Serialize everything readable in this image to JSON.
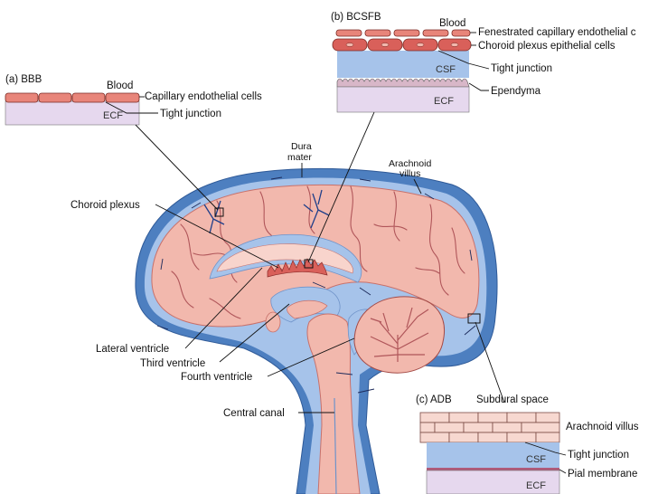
{
  "colors": {
    "skull_blue": "#4d7fc0",
    "csf_blue": "#a6c3ea",
    "brain_pink": "#f2b8ad",
    "cell_red": "#e8857a",
    "ecf_lilac": "#e6d8ee",
    "arachnoid_pink": "#f7d8d0"
  },
  "panel_bbb": {
    "title": "(a) BBB",
    "blood": "Blood",
    "capillary_label": "Capillary endothelial cells",
    "tight_junction_label": "Tight junction",
    "ecf": "ECF"
  },
  "panel_bcsfb": {
    "title": "(b) BCSFB",
    "blood": "Blood",
    "fenestrated_label": "Fenestrated capillary endothelial c",
    "choroid_epithelial_label": "Choroid plexus epithelial cells",
    "csf": "CSF",
    "tight_junction_label": "Tight junction",
    "ependyma_label": "Ependyma",
    "ecf": "ECF"
  },
  "panel_adb": {
    "title": "(c) ADB",
    "subdural_label": "Subdural space",
    "arachnoid_villus_label": "Arachnoid villus",
    "csf": "CSF",
    "tight_junction_label": "Tight junction",
    "pial_label": "Pial membrane",
    "ecf": "ECF"
  },
  "brain_labels": {
    "dura_mater_line1": "Dura",
    "dura_mater_line2": "mater",
    "arachnoid_line1": "Arachnoid",
    "arachnoid_line2": "villus",
    "choroid_plexus": "Choroid plexus",
    "lateral_ventricle": "Lateral ventricle",
    "third_ventricle": "Third ventricle",
    "fourth_ventricle": "Fourth ventricle",
    "central_canal": "Central canal"
  }
}
